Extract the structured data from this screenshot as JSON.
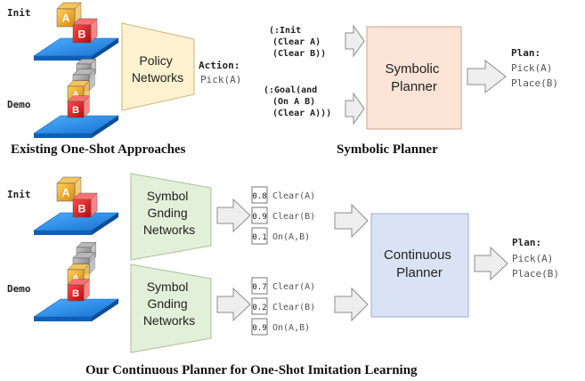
{
  "top": {
    "init_label": "Init",
    "demo_label": "Demo",
    "policy_box": [
      "Policy",
      "Networks"
    ],
    "action_label": "Action:",
    "action_value": "Pick(A)",
    "section_left_title": "Existing One-Shot Approaches",
    "init_state_lines": [
      "(:Init",
      "(Clear A)",
      "(Clear B))"
    ],
    "goal_lines": [
      "(:Goal(and",
      "(On A B)",
      "(Clear A)))"
    ],
    "planner_box": [
      "Symbolic",
      "Planner"
    ],
    "plan_label": "Plan:",
    "plan_steps": [
      "Pick(A)",
      "Place(B)"
    ],
    "section_right_title": "Symbolic Planner"
  },
  "bottom": {
    "init_label": "Init",
    "demo_label": "Demo",
    "grounding_box": [
      "Symbol",
      "Gnding",
      "Networks"
    ],
    "init_predicates": [
      {
        "score": "0.8",
        "predicate": "Clear(A)"
      },
      {
        "score": "0.9",
        "predicate": "Clear(B)"
      },
      {
        "score": "0.1",
        "predicate": "On(A,B)"
      }
    ],
    "demo_predicates": [
      {
        "score": "0.7",
        "predicate": "Clear(A)"
      },
      {
        "score": "0.2",
        "predicate": "Clear(B)"
      },
      {
        "score": "0.9",
        "predicate": "On(A,B)"
      }
    ],
    "planner_box": [
      "Continuous",
      "Planner"
    ],
    "plan_label": "Plan:",
    "plan_steps": [
      "Pick(A)",
      "Place(B)"
    ],
    "section_title": "Our Continuous Planner for One-Shot Imitation Learning"
  },
  "scene": {
    "block_a_letter": "A",
    "block_b_letter": "B"
  },
  "colors": {
    "policy_fill": "#fdf1cf",
    "policy_stroke": "#c9b77a",
    "symbolic_fill": "#fbe3d6",
    "symbolic_stroke": "#d2a48b",
    "grounding_fill": "#e2efd9",
    "grounding_stroke": "#a9c393",
    "continuous_fill": "#dae3f3",
    "continuous_stroke": "#98acd3",
    "arrow_fill": "#eeeeee",
    "arrow_stroke": "#8c8c8c",
    "table_fill": "#1e8df0",
    "block_a": "#f0a020",
    "block_b": "#e01818",
    "block_gray": "#8a8a8a"
  }
}
